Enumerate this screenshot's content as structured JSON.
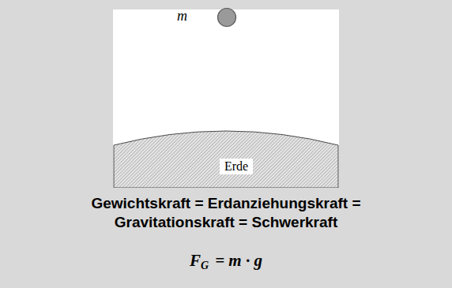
{
  "diagram": {
    "caption": "Gewichtskraft = Erdanziehungskraft = Gravitationskraft = Schwerkraft",
    "nodes": [
      {
        "text": [
          "Erde"
        ]
      }
    ],
    "labels": [
      "m",
      "F",
      "G",
      "= m · g"
    ]
  }
}
